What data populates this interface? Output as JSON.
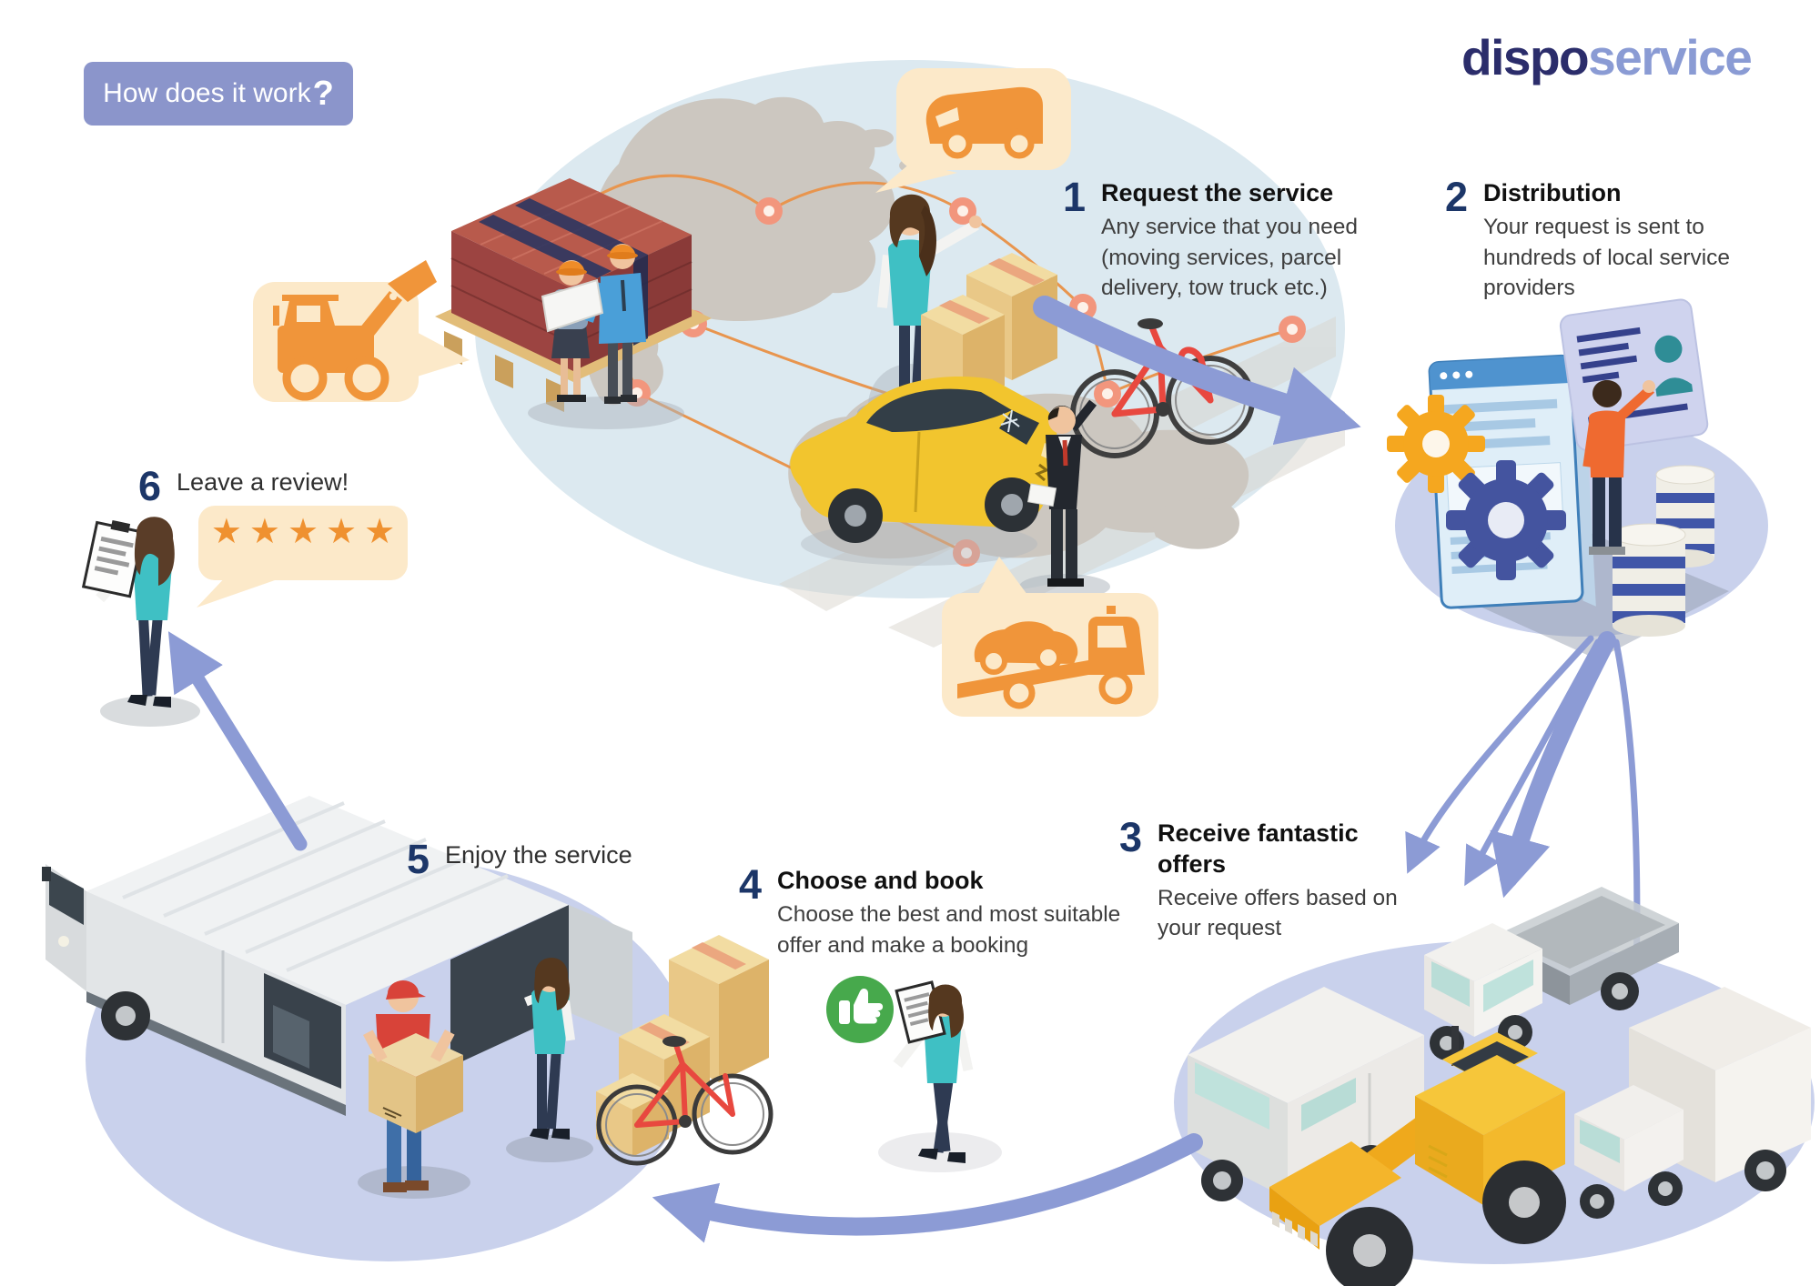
{
  "header": {
    "badge_text": "How does it work",
    "badge_mark": "?",
    "brand": {
      "part1": "dispo",
      "part2": "service"
    }
  },
  "steps": [
    {
      "number": "1",
      "title": "Request the service",
      "description": "Any service that you need (moving services, parcel delivery, tow truck etc.)"
    },
    {
      "number": "2",
      "title": "Distribution",
      "description": "Your request is sent to hundreds of local service providers"
    },
    {
      "number": "3",
      "title": "Receive fantastic offers",
      "description": "Receive offers based on your request"
    },
    {
      "number": "4",
      "title": "Choose and book",
      "description": "Choose the best and most suitable offer and make a booking"
    },
    {
      "number": "5",
      "title": "Enjoy the service",
      "description": ""
    },
    {
      "number": "6",
      "title": "Leave a review!",
      "description": ""
    }
  ],
  "review": {
    "stars": "★★★★★",
    "rating": 5
  },
  "icons": {
    "van_bubble": "van-icon",
    "telehandler_bubble": "telehandler-icon",
    "tow_truck_bubble": "tow-truck-icon",
    "thumbs_up": "thumbs-up-icon"
  },
  "colors": {
    "badge": "#8b95cb",
    "arrow": "#8c9bd5",
    "step_number": "#1c3668",
    "logo_dark": "#2b2d6b",
    "logo_light": "#8a9bd4",
    "bubble": "#fce9c9",
    "icon_orange": "#f0953a",
    "star_orange": "#ef9130",
    "map_ellipse": "#dce9f0",
    "scene_ellipse": "#c9d1ec",
    "thumb_green": "#47a94c"
  }
}
